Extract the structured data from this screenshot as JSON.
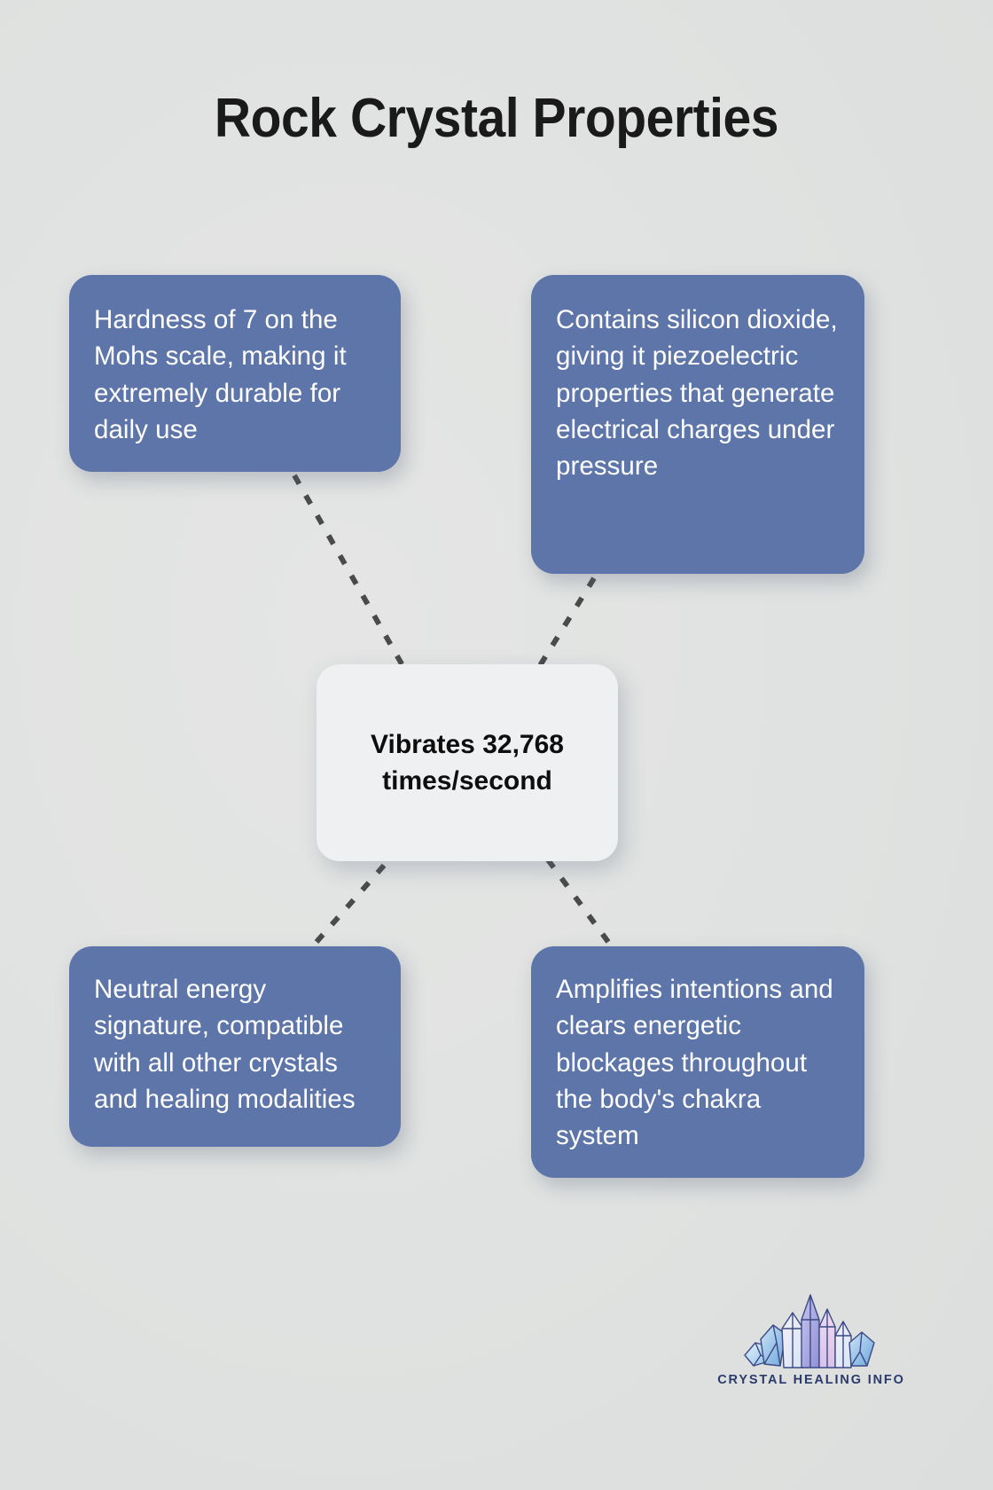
{
  "page": {
    "title": "Rock Crystal Properties",
    "background_color": "#e0e2e1"
  },
  "colors": {
    "card_blue": "#5d75a9",
    "card_center": "#eff0f2",
    "connector": "#4a4a4a",
    "title_text": "#1a1a1a",
    "logo_text": "#2b3a6b"
  },
  "center_node": {
    "text": "Vibrates 32,768 times/second"
  },
  "cards": [
    {
      "id": "top-left",
      "text": "Hardness of 7 on the Mohs scale, making it extremely durable for daily use"
    },
    {
      "id": "top-right",
      "text": "Contains silicon dioxide, giving it piezoelectric properties that generate electrical charges under pressure"
    },
    {
      "id": "bottom-left",
      "text": "Neutral energy signature, compatible with all other crystals and healing modalities"
    },
    {
      "id": "bottom-right",
      "text": "Amplifies intentions and clears energetic blockages throughout the body's chakra system"
    }
  ],
  "logo": {
    "icon": "crystal-cluster-icon",
    "text": "CRYSTAL HEALING INFO"
  }
}
